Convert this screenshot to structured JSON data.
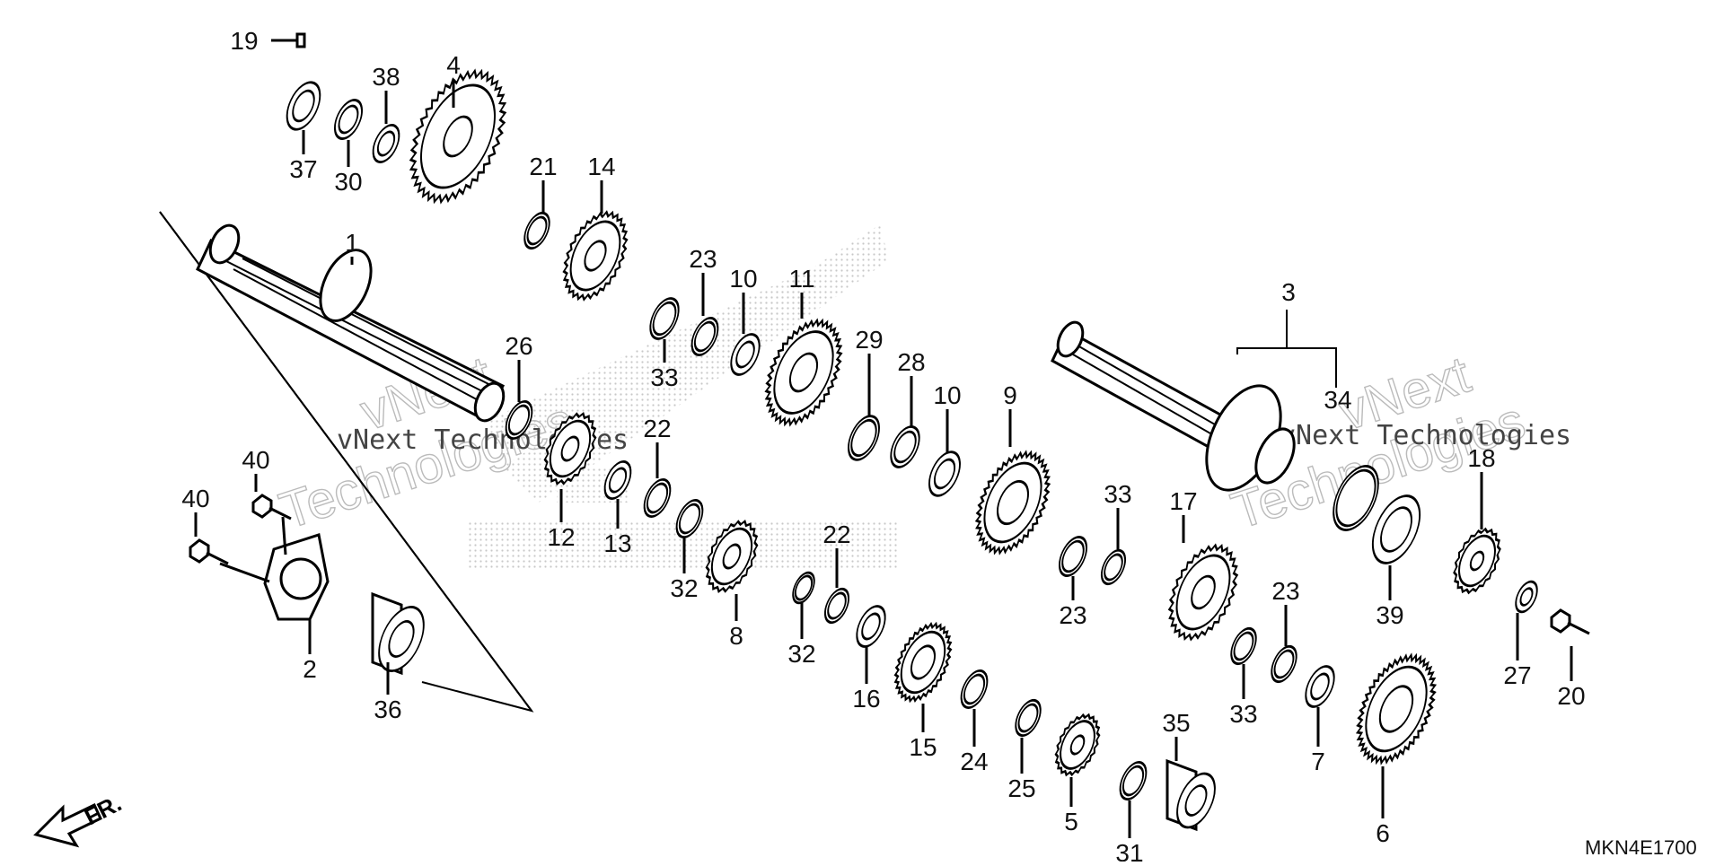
{
  "diagram": {
    "code": "MKN4E1700",
    "direction_label": "FR.",
    "watermark": {
      "line1": "vNext",
      "line2": "Technologies",
      "line_full": "vNext Technologies"
    },
    "callouts": [
      {
        "id": "c1",
        "text": "1"
      },
      {
        "id": "c2",
        "text": "2"
      },
      {
        "id": "c3",
        "text": "3"
      },
      {
        "id": "c4",
        "text": "4"
      },
      {
        "id": "c5",
        "text": "5"
      },
      {
        "id": "c6",
        "text": "6"
      },
      {
        "id": "c7",
        "text": "7"
      },
      {
        "id": "c8",
        "text": "8"
      },
      {
        "id": "c9",
        "text": "9"
      },
      {
        "id": "c10a",
        "text": "10"
      },
      {
        "id": "c10b",
        "text": "10"
      },
      {
        "id": "c11",
        "text": "11"
      },
      {
        "id": "c12",
        "text": "12"
      },
      {
        "id": "c13",
        "text": "13"
      },
      {
        "id": "c14",
        "text": "14"
      },
      {
        "id": "c15",
        "text": "15"
      },
      {
        "id": "c16",
        "text": "16"
      },
      {
        "id": "c17",
        "text": "17"
      },
      {
        "id": "c18",
        "text": "18"
      },
      {
        "id": "c19",
        "text": "19"
      },
      {
        "id": "c20",
        "text": "20"
      },
      {
        "id": "c21",
        "text": "21"
      },
      {
        "id": "c22a",
        "text": "22"
      },
      {
        "id": "c22b",
        "text": "22"
      },
      {
        "id": "c23a",
        "text": "23"
      },
      {
        "id": "c23b",
        "text": "23"
      },
      {
        "id": "c23c",
        "text": "23"
      },
      {
        "id": "c24",
        "text": "24"
      },
      {
        "id": "c25",
        "text": "25"
      },
      {
        "id": "c26",
        "text": "26"
      },
      {
        "id": "c27",
        "text": "27"
      },
      {
        "id": "c28",
        "text": "28"
      },
      {
        "id": "c29",
        "text": "29"
      },
      {
        "id": "c30",
        "text": "30"
      },
      {
        "id": "c31",
        "text": "31"
      },
      {
        "id": "c32a",
        "text": "32"
      },
      {
        "id": "c32b",
        "text": "32"
      },
      {
        "id": "c33a",
        "text": "33"
      },
      {
        "id": "c33b",
        "text": "33"
      },
      {
        "id": "c33c",
        "text": "33"
      },
      {
        "id": "c34",
        "text": "34"
      },
      {
        "id": "c35",
        "text": "35"
      },
      {
        "id": "c36",
        "text": "36"
      },
      {
        "id": "c37",
        "text": "37"
      },
      {
        "id": "c38",
        "text": "38"
      },
      {
        "id": "c39",
        "text": "39"
      },
      {
        "id": "c40a",
        "text": "40"
      },
      {
        "id": "c40b",
        "text": "40"
      }
    ]
  }
}
